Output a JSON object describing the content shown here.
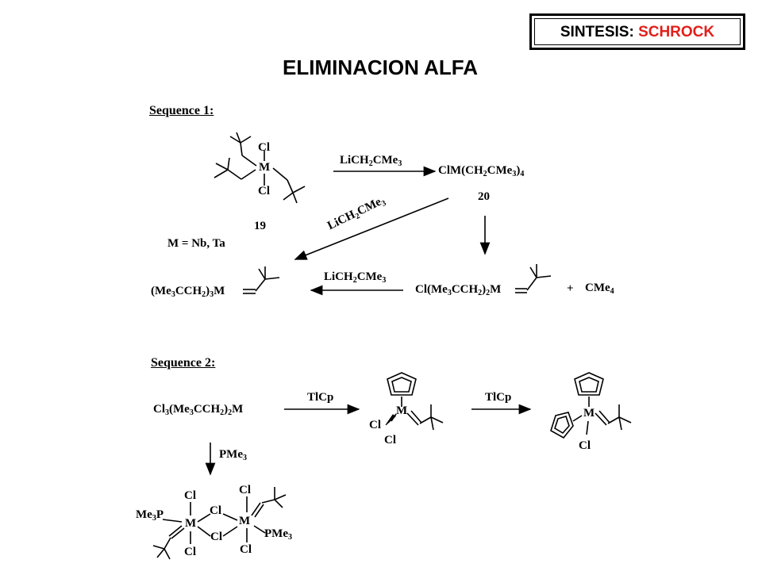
{
  "header": {
    "box_label_prefix": "SINTESIS:",
    "box_label_highlight": "SCHROCK",
    "highlight_color": "#e0201b",
    "heading": "ELIMINACION ALFA"
  },
  "sequence1": {
    "label": "Sequence 1:",
    "compound19_label": "19",
    "metal_note": "M = Nb, Ta",
    "reagent_1": "LiCH2CMe3",
    "product_20": "ClM(CH2CMe3)4",
    "compound20_label": "20",
    "reagent_diag": "LiCH2CMe3",
    "reagent_3": "LiCH2CMe3",
    "final_product": "(Me3CCH2)3M",
    "intermediate": "Cl(Me3CCH2)2M",
    "plus": "+",
    "byproduct": "CMe4"
  },
  "sequence2": {
    "label": "Sequence 2:",
    "start": "Cl3(Me3CCH2)2M",
    "reagent_1": "TlCp",
    "reagent_2": "TlCp",
    "reagent_down": "PMe3",
    "atom_Cl": "Cl",
    "atom_M": "M",
    "ligand_PMe3": "PMe3",
    "ligand_Me3P": "Me3P"
  }
}
